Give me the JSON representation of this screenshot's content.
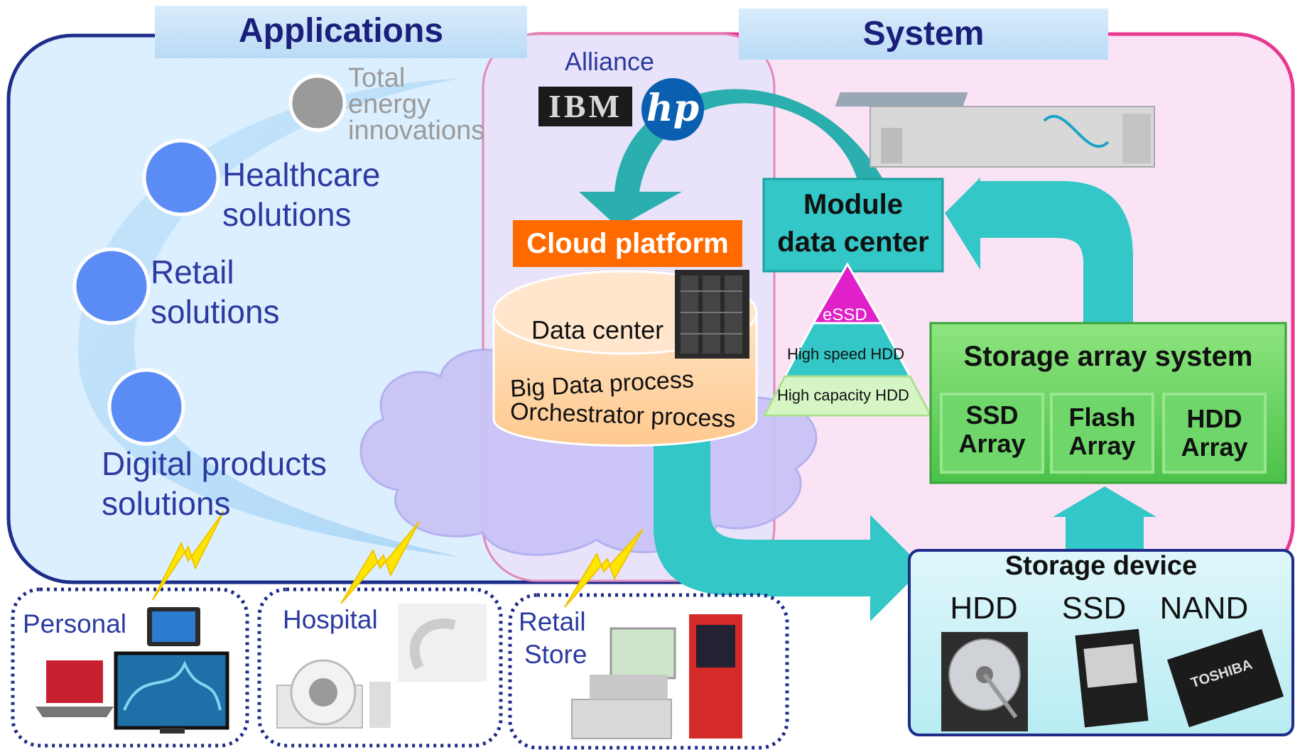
{
  "headers": {
    "applications": "Applications",
    "system": "System"
  },
  "solutions": {
    "energy": "Total energy innovations",
    "energy_lines": [
      "Total",
      "energy",
      "innovations"
    ],
    "healthcare_lines": [
      "Healthcare",
      "solutions"
    ],
    "retail_lines": [
      "Retail",
      "solutions"
    ],
    "digital_lines": [
      "Digital products",
      "solutions"
    ]
  },
  "alliance": {
    "title": "Alliance",
    "partners": [
      "IBM",
      "hp"
    ]
  },
  "cloud": {
    "platform": "Cloud platform",
    "data_center": "Data center",
    "processes": [
      "Big Data process",
      "Orchestrator process"
    ]
  },
  "module": {
    "lines": [
      "Module",
      "data center"
    ]
  },
  "pyramid": {
    "tiers": [
      "eSSD",
      "High speed HDD",
      "High capacity HDD"
    ]
  },
  "storage_array": {
    "title": "Storage array system",
    "arrays": [
      {
        "lines": [
          "SSD",
          "Array"
        ]
      },
      {
        "lines": [
          "Flash",
          "Array"
        ]
      },
      {
        "lines": [
          "HDD",
          "Array"
        ]
      }
    ]
  },
  "storage_device": {
    "title": "Storage device",
    "types": [
      "HDD",
      "SSD",
      "NAND"
    ],
    "nand_brand": "TOSHIBA"
  },
  "endpoints": {
    "personal": "Personal",
    "hospital": "Hospital",
    "retail_lines": [
      "Retail",
      "Store"
    ]
  },
  "colors": {
    "teal": "#33c7c7",
    "navy": "#1e2c8a",
    "pink": "#e8388f",
    "green": "#5fd05a",
    "orange": "#ff6a00",
    "blue_dot": "#5b8cf5"
  }
}
